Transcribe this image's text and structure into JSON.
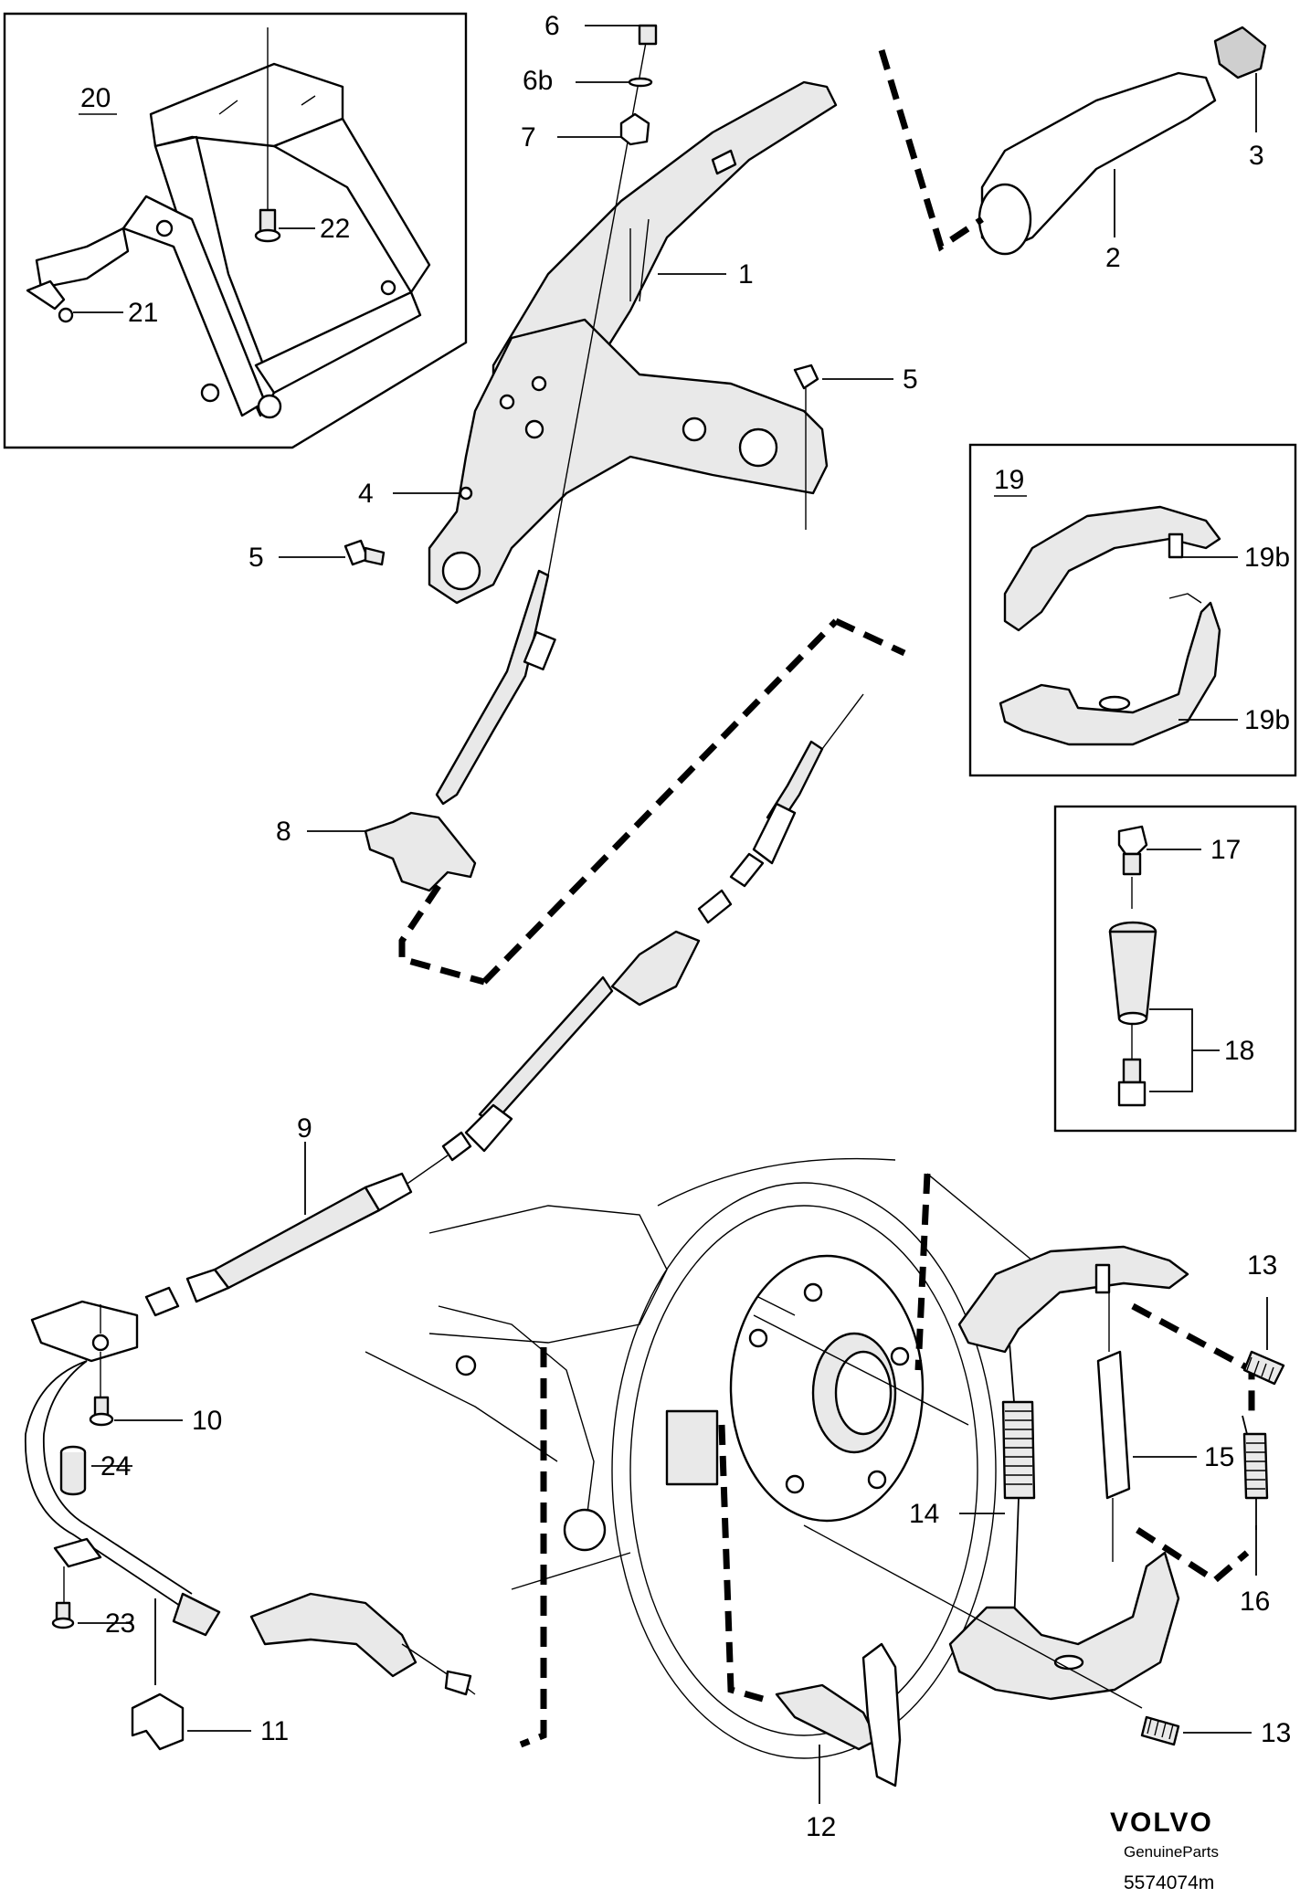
{
  "labels": {
    "p1": "1",
    "p2": "2",
    "p3": "3",
    "p4": "4",
    "p5a": "5",
    "p5b": "5",
    "p6": "6",
    "p6b": "6b",
    "p7": "7",
    "p8": "8",
    "p9": "9",
    "p10": "10",
    "p11": "11",
    "p12": "12",
    "p13a": "13",
    "p13b": "13",
    "p14": "14",
    "p15": "15",
    "p16": "16",
    "p17": "17",
    "p18": "18",
    "p19": "19",
    "p19b_upper": "19b",
    "p19b_lower": "19b",
    "p20": "20",
    "p21": "21",
    "p22": "22",
    "p23": "23",
    "p24": "24"
  },
  "footer": {
    "brand": "VOLVO",
    "subtitle": "GenuineParts",
    "part_number": "5574074m"
  }
}
